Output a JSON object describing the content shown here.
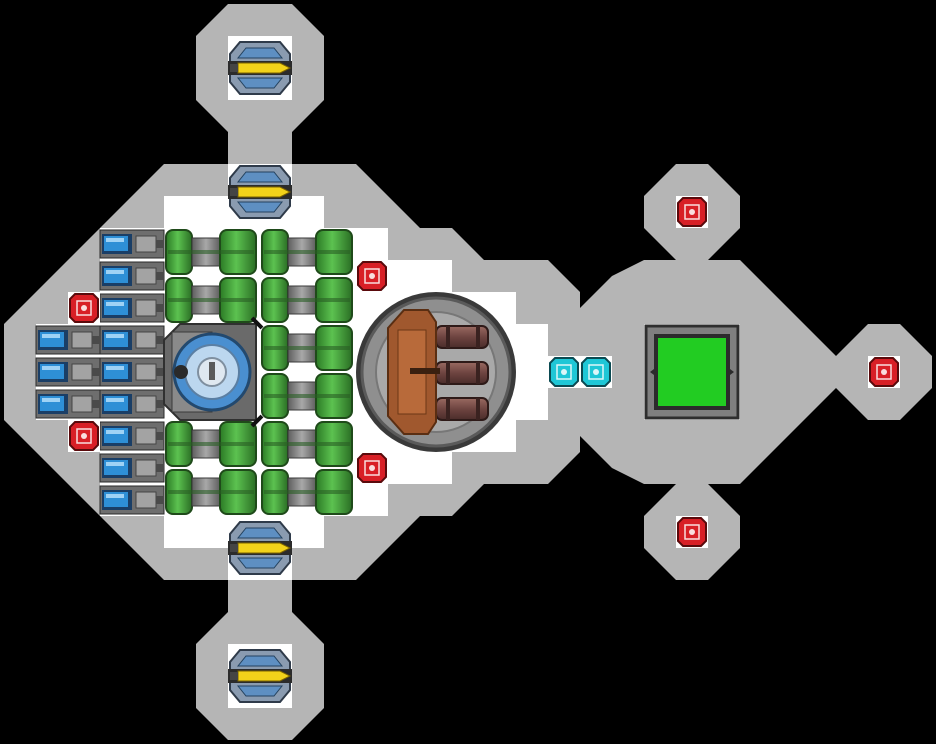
{
  "colors": {
    "background": "#000000",
    "hull": "#b5b5b5",
    "floor": "#ffffff",
    "thruster_glow": "#2e8fd6",
    "fuel_tank": "#43a83a",
    "engine_flame": "#f2d21a",
    "hatch_red": "#d81f26",
    "hatch_cyan": "#1fc7d6",
    "hatch_green": "#22cc22",
    "cannon_brown": "#a0582e"
  },
  "icons": {
    "engine": "engine-pod-icon",
    "red_hatch": "red-hatch-icon",
    "cyan_hatch": "cyan-hatch-icon",
    "thruster": "thruster-icon",
    "fuel_tank": "fuel-tank-icon",
    "reactor": "reactor-core-icon",
    "turret": "cannon-turret-icon",
    "cockpit": "cockpit-hatch-icon"
  },
  "counts": {
    "engine_pods": 4,
    "red_hatches": 7,
    "cyan_hatches": 2,
    "thrusters": 12,
    "fuel_tanks": 10,
    "cannon_barrels": 3
  }
}
